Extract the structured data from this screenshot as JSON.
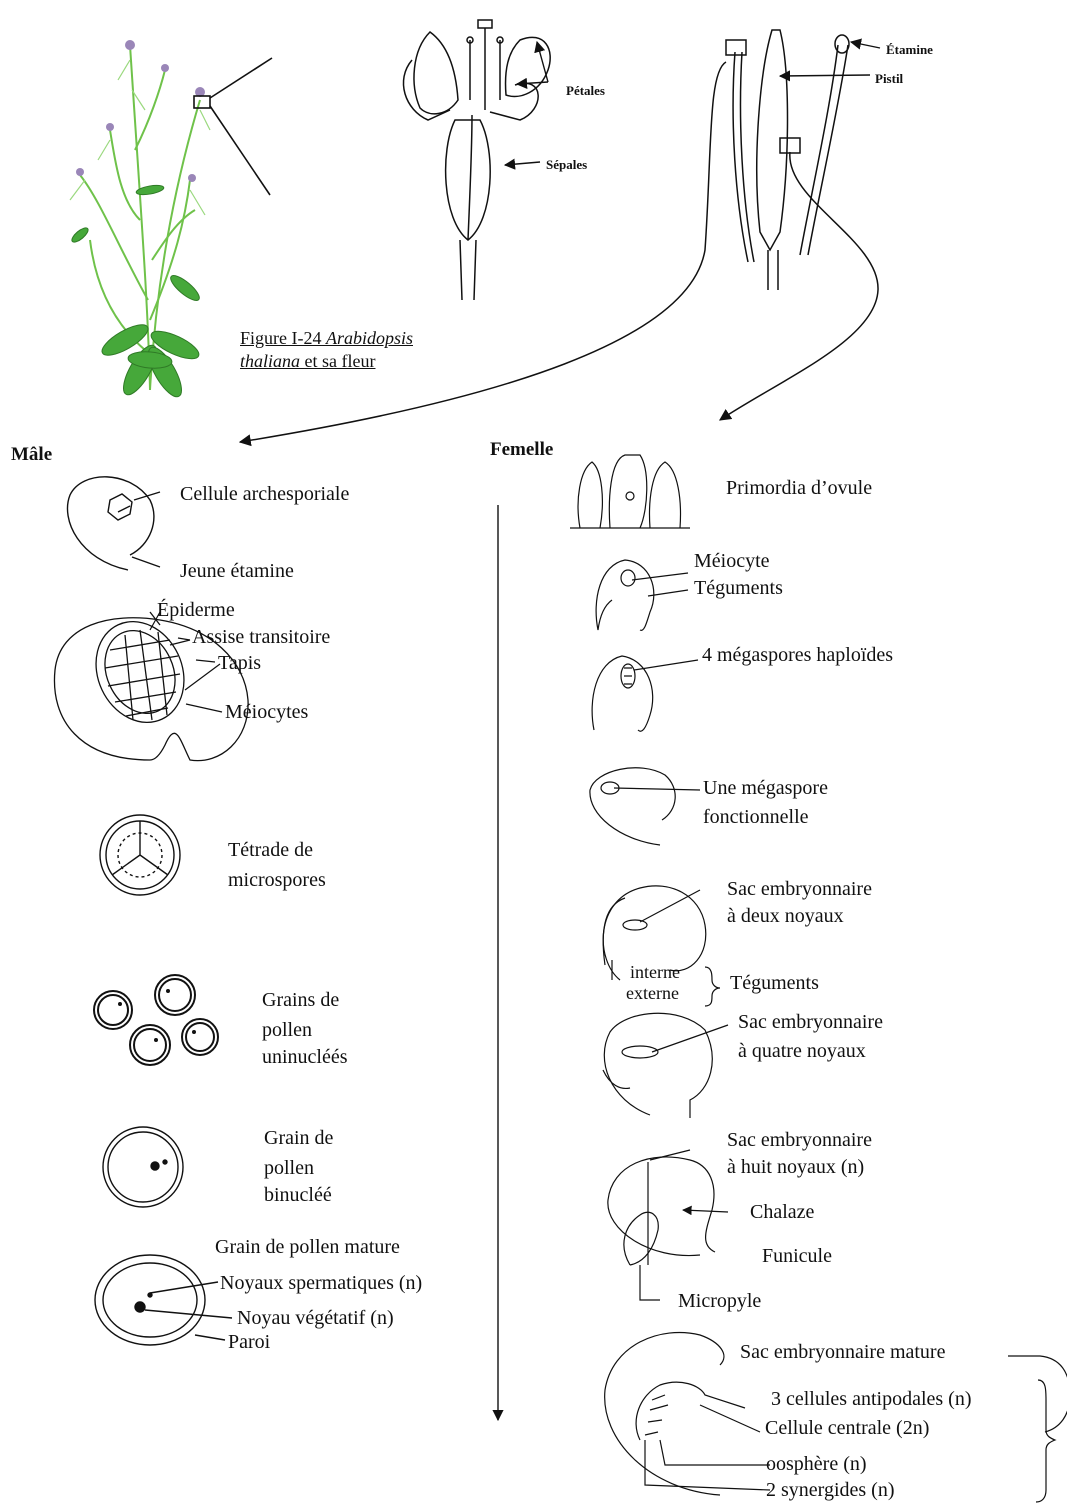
{
  "figure": {
    "caption_label": "Figure I-24",
    "caption_species_1": "Arabidopsis",
    "caption_species_2": "thaliana",
    "caption_rest": "et sa fleur"
  },
  "flower": {
    "etamine": "Étamine",
    "pistil": "Pistil",
    "petales": "Pétales",
    "sepales": "Sépales"
  },
  "male": {
    "heading": "Mâle",
    "cellule_archesporiale": "Cellule archesporiale",
    "jeune_etamine": "Jeune étamine",
    "epiderme": "Épiderme",
    "assise_transitoire": "Assise transitoire",
    "tapis": "Tapis",
    "meiocytes": "Méiocytes",
    "tetrade_1": "Tétrade de",
    "tetrade_2": "microspores",
    "grains_1": "Grains de",
    "grains_2": "pollen",
    "grains_3": "uninucléés",
    "grain_bi_1": "Grain de",
    "grain_bi_2": "pollen",
    "grain_bi_3": "binucléé",
    "mature_title": "Grain de pollen mature",
    "noyaux_sperm": "Noyaux spermatiques (n)",
    "noyau_veg": "Noyau végétatif (n)",
    "paroi": "Paroi"
  },
  "female": {
    "heading": "Femelle",
    "primordia": "Primordia d’ovule",
    "meiocyte": "Méiocyte",
    "teguments_1": "Téguments",
    "megaspores": "4 mégaspores haploïdes",
    "une_megaspore_1": "Une mégaspore",
    "une_megaspore_2": "fonctionnelle",
    "sac2_1": "Sac embryonnaire",
    "sac2_2": "à deux noyaux",
    "interne": "interne",
    "externe": "externe",
    "teguments_2": "Téguments",
    "sac4_1": "Sac embryonnaire",
    "sac4_2": "à quatre noyaux",
    "sac8_1": "Sac embryonnaire",
    "sac8_2": "à huit noyaux (n)",
    "chalaze": "Chalaze",
    "funicule": "Funicule",
    "micropyle": "Micropyle",
    "sac_mature": "Sac embryonnaire mature",
    "antipodales": "3 cellules antipodales (n)",
    "centrale": "Cellule centrale (2n)",
    "oosphere": "oosphère (n)",
    "synergides": "2 synergides (n)"
  }
}
